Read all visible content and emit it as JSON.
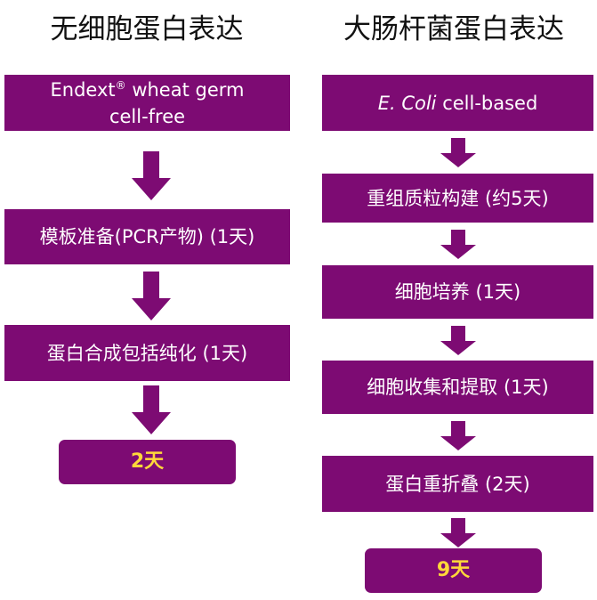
{
  "colors": {
    "box": "#7d0b73",
    "result_text": "#ffd83a",
    "text": "#ffffff",
    "title": "#111111"
  },
  "left": {
    "title": "无细胞蛋白表达",
    "box1": {
      "line1": "Endext",
      "reg": "®",
      "line1_rest": " wheat germ",
      "line2": "cell-free"
    },
    "box2": "模板准备(PCR产物) (1天)",
    "box3": "蛋白合成包括纯化 (1天)",
    "result": "2天"
  },
  "right": {
    "title": "大肠杆菌蛋白表达",
    "box1": {
      "italic": "E. Coli",
      "rest": " cell-based"
    },
    "box2": "重组质粒构建 (约5天)",
    "box3": "细胞培养 (1天)",
    "box4": "细胞收集和提取 (1天)",
    "box5": "蛋白重折叠 (2天)",
    "result": "9天"
  }
}
